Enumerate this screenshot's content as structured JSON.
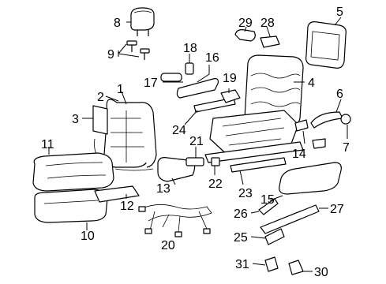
{
  "callouts": [
    {
      "key": "c1",
      "label": "1"
    },
    {
      "key": "c2",
      "label": "2"
    },
    {
      "key": "c3",
      "label": "3"
    },
    {
      "key": "c4",
      "label": "4"
    },
    {
      "key": "c5",
      "label": "5"
    },
    {
      "key": "c6",
      "label": "6"
    },
    {
      "key": "c7",
      "label": "7"
    },
    {
      "key": "c8",
      "label": "8"
    },
    {
      "key": "c9",
      "label": "9"
    },
    {
      "key": "c10",
      "label": "10"
    },
    {
      "key": "c11",
      "label": "11"
    },
    {
      "key": "c12",
      "label": "12"
    },
    {
      "key": "c13",
      "label": "13"
    },
    {
      "key": "c14",
      "label": "14"
    },
    {
      "key": "c15",
      "label": "15"
    },
    {
      "key": "c16",
      "label": "16"
    },
    {
      "key": "c17",
      "label": "17"
    },
    {
      "key": "c18",
      "label": "18"
    },
    {
      "key": "c19",
      "label": "19"
    },
    {
      "key": "c20",
      "label": "20"
    },
    {
      "key": "c21",
      "label": "21"
    },
    {
      "key": "c22",
      "label": "22"
    },
    {
      "key": "c23",
      "label": "23"
    },
    {
      "key": "c24",
      "label": "24"
    },
    {
      "key": "c25",
      "label": "25"
    },
    {
      "key": "c26",
      "label": "26"
    },
    {
      "key": "c27",
      "label": "27"
    },
    {
      "key": "c28",
      "label": "28"
    },
    {
      "key": "c29",
      "label": "29"
    },
    {
      "key": "c30",
      "label": "30"
    },
    {
      "key": "c31",
      "label": "31"
    }
  ]
}
